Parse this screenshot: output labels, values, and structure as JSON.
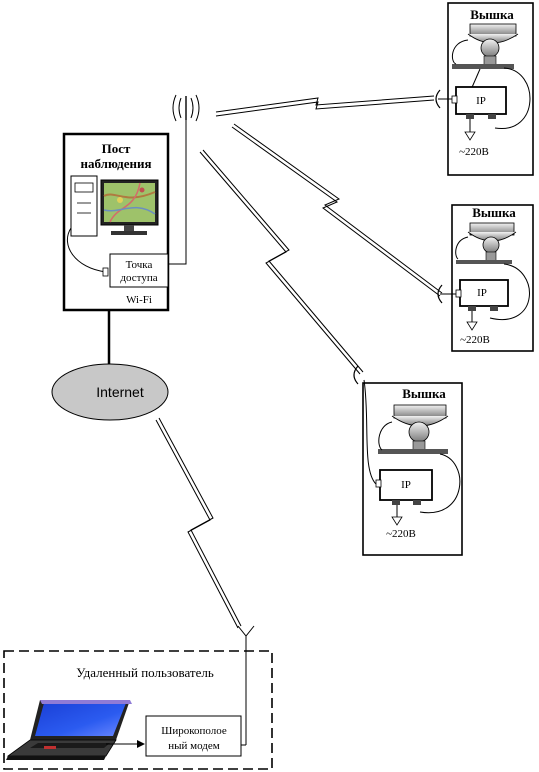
{
  "observation_post": {
    "title_line1": "Пост",
    "title_line2": "наблюдения",
    "access_point_line1": "Точка",
    "access_point_line2": "доступа",
    "wifi_label": "Wi-Fi"
  },
  "internet_label": "Internet",
  "towers": [
    {
      "title": "Вышка",
      "device_label": "IP",
      "power_label": "~220В"
    },
    {
      "title": "Вышка",
      "device_label": "IP",
      "power_label": "~220В"
    },
    {
      "title": "Вышка",
      "device_label": "IP",
      "power_label": "~220В"
    }
  ],
  "remote_user": {
    "title": "Удаленный пользователь",
    "modem_line1": "Широкополое",
    "modem_line2": "ный модем"
  }
}
